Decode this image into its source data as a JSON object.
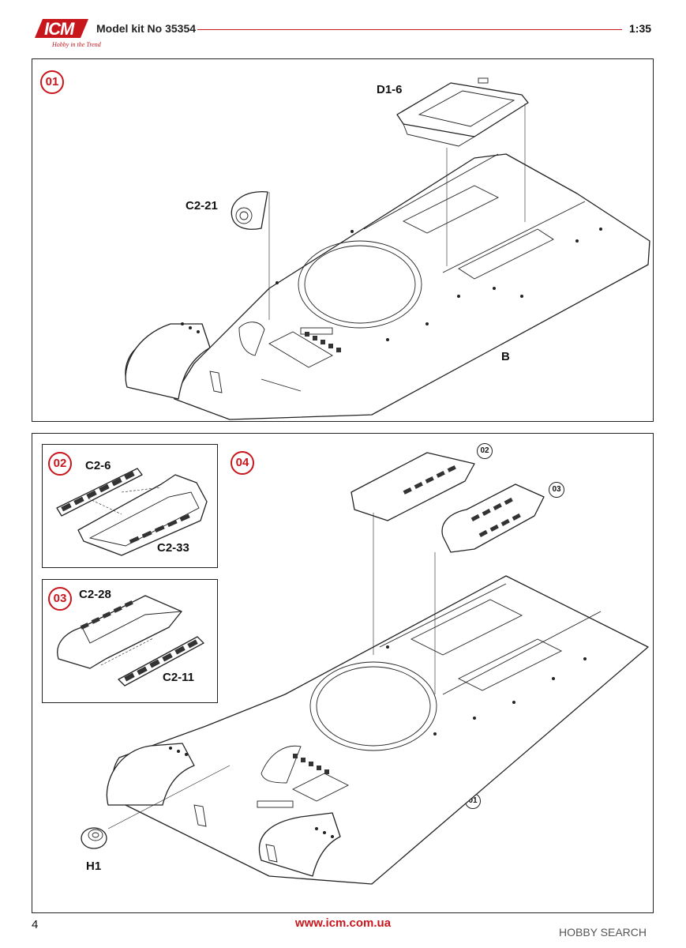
{
  "header": {
    "brand": "ICM",
    "tagline": "Hobby in the Trend",
    "kit_label": "Model kit No 35354",
    "scale": "1:35"
  },
  "colors": {
    "accent": "#c8161d",
    "line": "#222222"
  },
  "steps": {
    "s01": {
      "number": "01",
      "parts": {
        "d1_6": "D1-6",
        "c2_21": "C2-21",
        "b": "B"
      }
    },
    "s02": {
      "number": "02",
      "parts": {
        "c2_6": "C2-6",
        "c2_33": "C2-33"
      }
    },
    "s03": {
      "number": "03",
      "parts": {
        "c2_28": "C2-28",
        "c2_11": "C2-11"
      }
    },
    "s04": {
      "number": "04",
      "refs": {
        "r02": "02",
        "r03": "03",
        "r01": "01"
      },
      "parts": {
        "h1": "H1"
      }
    }
  },
  "footer": {
    "page_number": "4",
    "url": "www.icm.com.ua",
    "watermark": "HOBBY SEARCH"
  }
}
